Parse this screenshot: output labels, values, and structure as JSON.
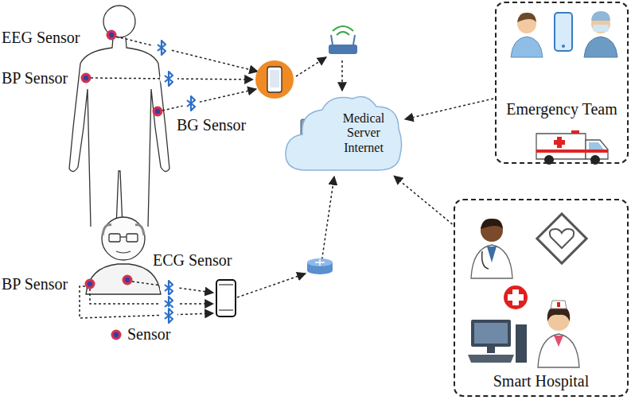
{
  "diagram": {
    "nodes": [
      {
        "text": [
          "Medical Server Internet"
        ]
      },
      {
        "text": [
          "Emergency Team"
        ]
      },
      {
        "text": [
          "Smart Hospital"
        ]
      }
    ],
    "edges": [
      {
        "from": 1,
        "to": 0,
        "arrow": "to"
      },
      {
        "from": 2,
        "to": 0,
        "arrow": "to"
      }
    ],
    "labels": [
      "EEG Sensor",
      "BP Sensor",
      "BG Sensor",
      "BP Sensor",
      "ECG Sensor"
    ],
    "legend": [
      {
        "text": "Sensor"
      }
    ]
  }
}
